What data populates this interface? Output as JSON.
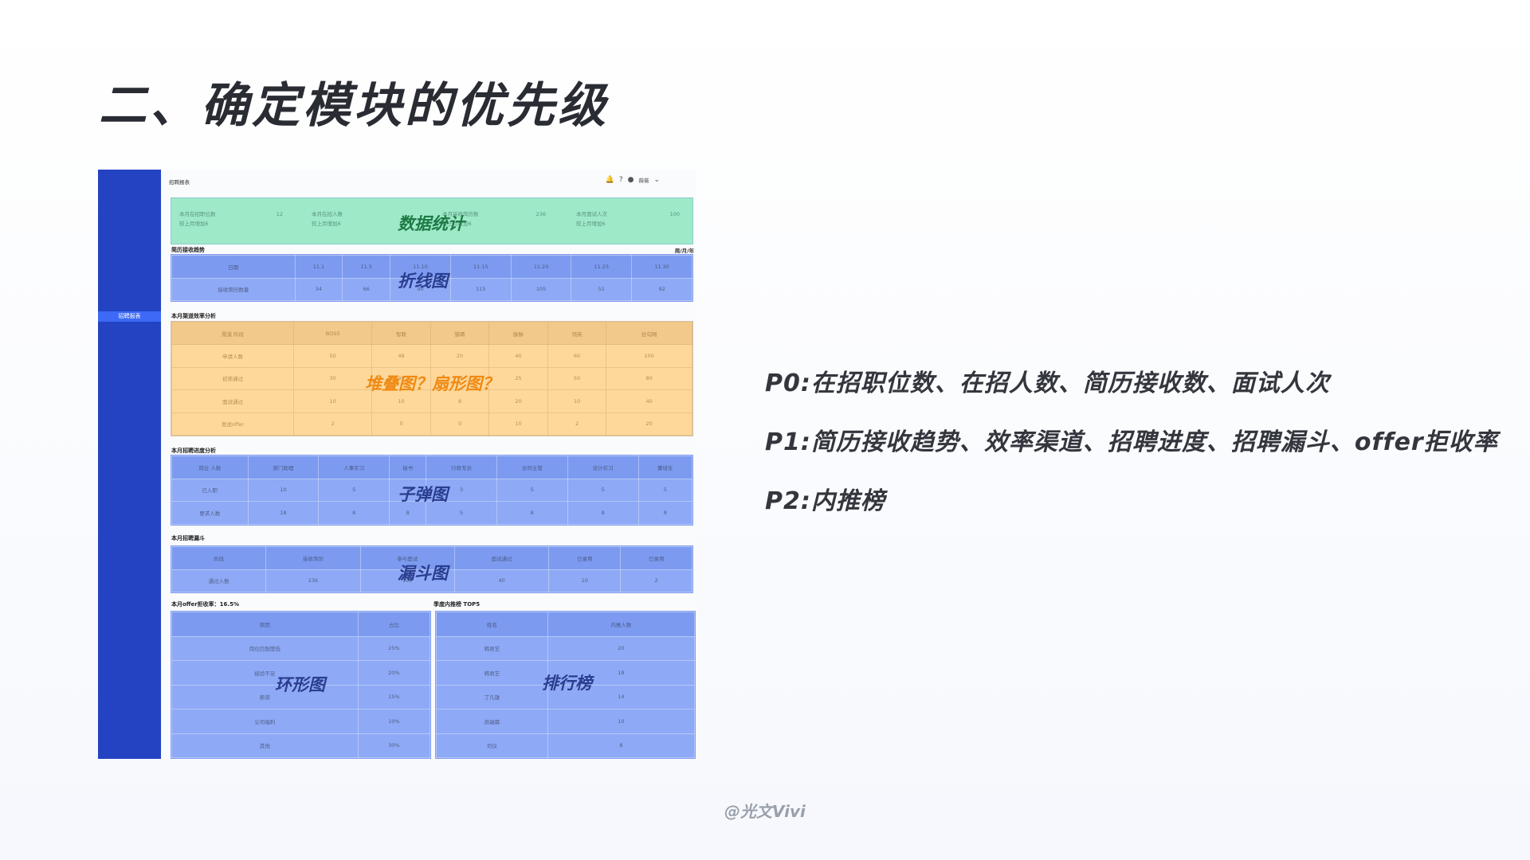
{
  "title": "二、确定模块的优先级",
  "priorities": [
    "P0:在招职位数、在招人数、简历接收数、面试人次",
    "P1:简历接收趋势、效率渠道、招聘进度、招聘漏斗、offer拒收率",
    "P2:内推榜"
  ],
  "credit": "@光文Vivi",
  "mockup": {
    "sidebar_item": "招聘报表",
    "topbar_title": "招聘报表",
    "user_name": "薇薇",
    "stats": [
      {
        "label": "本月在招职位数",
        "sub": "较上月增加6",
        "value": "12"
      },
      {
        "label": "本月在招人数",
        "sub": "较上月增加6",
        "value": ""
      },
      {
        "label": "本月接收简历数",
        "sub": "较上月增加6",
        "value": "236"
      },
      {
        "label": "本月面试人次",
        "sub": "较上月增加6",
        "value": "100"
      }
    ],
    "stats_overlay": "数据统计",
    "trend": {
      "label": "简历接收趋势",
      "range": "周/月/年",
      "overlay": "折线图",
      "header": [
        "日期",
        "11.1",
        "11.5",
        "11.10",
        "11.15",
        "11.20",
        "11.25",
        "11.30"
      ],
      "row": [
        "接收简历数量",
        "34",
        "66",
        "90",
        "115",
        "105",
        "51",
        "92"
      ]
    },
    "channel": {
      "label": "本月渠道效率分析",
      "overlay": "堆叠图？扇形图？",
      "header": [
        "渠道 阶段",
        "BOSS",
        "智联",
        "猎聘",
        "脉脉",
        "领英",
        "拉勾网"
      ],
      "rows": [
        [
          "申请人数",
          "50",
          "48",
          "20",
          "40",
          "60",
          "100"
        ],
        [
          "初筛通过",
          "30",
          "40",
          "15",
          "25",
          "50",
          "80"
        ],
        [
          "面试通过",
          "10",
          "10",
          "8",
          "20",
          "10",
          "40"
        ],
        [
          "发送offer",
          "2",
          "0",
          "0",
          "10",
          "2",
          "20"
        ]
      ]
    },
    "progress": {
      "label": "本月招聘进度分析",
      "overlay": "子弹图",
      "header": [
        "岗位 人数",
        "部门助理",
        "人事实习",
        "秘书",
        "行政专员",
        "合同主管",
        "设计实习",
        "董培生"
      ],
      "rows": [
        [
          "已入职",
          "10",
          "5",
          "3",
          "3",
          "5",
          "5",
          "5"
        ],
        [
          "要求人数",
          "18",
          "8",
          "8",
          "5",
          "8",
          "8",
          "8"
        ]
      ]
    },
    "funnel": {
      "label": "本月招聘漏斗",
      "overlay": "漏斗图",
      "header": [
        "阶段",
        "接收简历",
        "参与面试",
        "面试通过",
        "已录用",
        "已录用"
      ],
      "row": [
        "通过人数",
        "236",
        "100",
        "40",
        "10",
        "2"
      ]
    },
    "offer": {
      "label": "本月offer拒收率：16.5%",
      "overlay": "环形图",
      "header": [
        "原因",
        "占比"
      ],
      "rows": [
        [
          "岗位匹配度低",
          "25%"
        ],
        [
          "经验不足",
          "20%"
        ],
        [
          "薪资",
          "15%"
        ],
        [
          "公司福利",
          "10%"
        ],
        [
          "其他",
          "30%"
        ]
      ]
    },
    "referral": {
      "label": "季度内推榜 TOP5",
      "overlay": "排行榜",
      "header": [
        "姓名",
        "内推人数"
      ],
      "rows": [
        [
          "韩君艺",
          "20"
        ],
        [
          "韩君艺",
          "18"
        ],
        [
          "丁凡雄",
          "14"
        ],
        [
          "尚瑞霖",
          "10"
        ],
        [
          "司仪",
          "8"
        ]
      ]
    }
  }
}
